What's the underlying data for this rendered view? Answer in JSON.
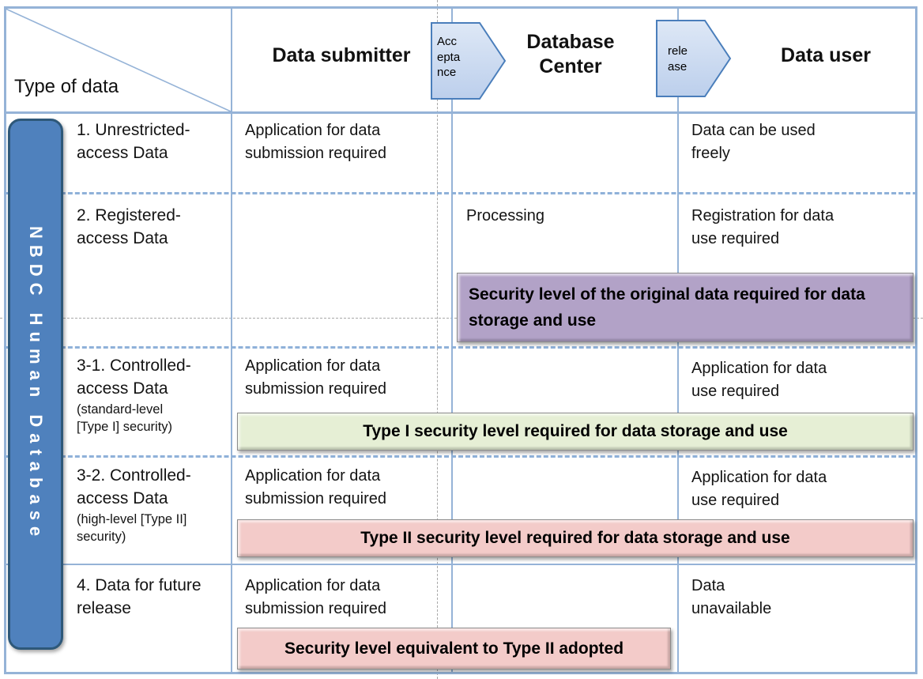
{
  "header": {
    "type_of_data": "Type of data",
    "submitter": "Data submitter",
    "center": "Database Center",
    "user": "Data user",
    "arrow_accept": "Acceptance",
    "arrow_release": "release"
  },
  "sidebar": {
    "label": "NBDC Human Database"
  },
  "rows": [
    {
      "label": "1. Unrestricted-access Data",
      "submitter": "Application for data submission required",
      "user": "Data can be used freely"
    },
    {
      "label": "2. Registered-access Data",
      "center": "Processing",
      "user": "Registration for data use required"
    },
    {
      "label": "3-1. Controlled-access Data",
      "sublabel": "(standard-level [Type I] security)",
      "submitter": "Application for data submission required",
      "user": "Application for data use required"
    },
    {
      "label": "3-2. Controlled-access Data",
      "sublabel": "(high-level [Type II] security)",
      "submitter": "Application for data submission required",
      "user": "Application for data use required"
    },
    {
      "label": "4. Data for future release",
      "submitter": "Application for data submission required",
      "user": "Data unavailable"
    }
  ],
  "banners": {
    "purple": "Security level of the original data required for data storage and use",
    "green": "Type I security level required for data storage and use",
    "pink": "Type II security level required for data storage and use",
    "bottom": "Security level equivalent to Type II adopted"
  },
  "colors": {
    "grid_blue": "#95b3d7",
    "bar_fill": "#4f81bd",
    "bar_border": "#2e5879",
    "arrow_fill_top": "#dee8f6",
    "arrow_fill_bottom": "#bccfec",
    "arrow_border": "#4a7ebb",
    "banner_purple": "#b2a2c7",
    "banner_green": "#e6efd5",
    "banner_pink": "#f3cbc9"
  }
}
